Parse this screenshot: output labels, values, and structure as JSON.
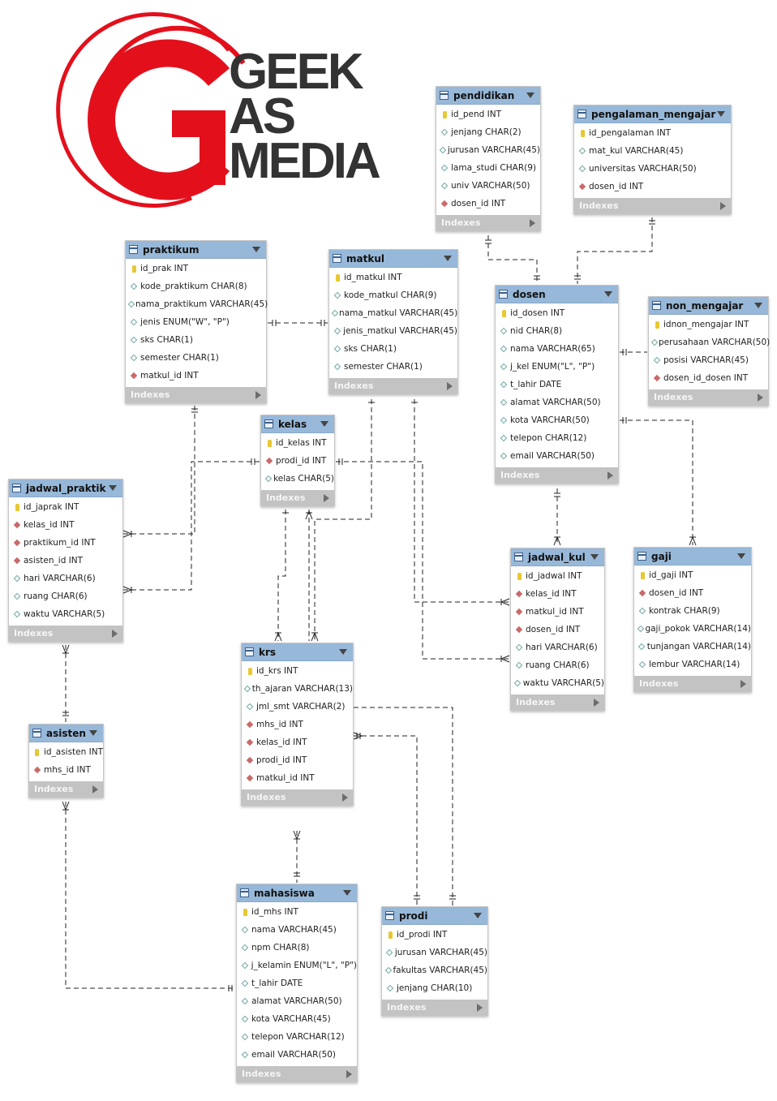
{
  "logo": {
    "line1": "GEEK",
    "line2": "AS",
    "line3": "MEDIA",
    "brand_color": "#e3101c",
    "text_color": "#333333"
  },
  "tables": [
    {
      "key": "pendidikan",
      "name": "pendidikan",
      "indexes_label": "Indexes",
      "columns": [
        {
          "icon": "pk",
          "text": "id_pend INT"
        },
        {
          "icon": "attr",
          "text": "jenjang CHAR(2)"
        },
        {
          "icon": "attr",
          "text": "jurusan VARCHAR(45)"
        },
        {
          "icon": "attr",
          "text": "lama_studi CHAR(9)"
        },
        {
          "icon": "attr",
          "text": "univ VARCHAR(50)"
        },
        {
          "icon": "fk",
          "text": "dosen_id INT"
        }
      ]
    },
    {
      "key": "pengalaman_mengajar",
      "name": "pengalaman_mengajar",
      "indexes_label": "Indexes",
      "columns": [
        {
          "icon": "pk",
          "text": "id_pengalaman INT"
        },
        {
          "icon": "attr",
          "text": "mat_kul VARCHAR(45)"
        },
        {
          "icon": "attr",
          "text": "universitas VARCHAR(50)"
        },
        {
          "icon": "fk",
          "text": "dosen_id INT"
        }
      ]
    },
    {
      "key": "praktikum",
      "name": "praktikum",
      "indexes_label": "Indexes",
      "columns": [
        {
          "icon": "pk",
          "text": "id_prak INT"
        },
        {
          "icon": "attr",
          "text": "kode_praktikum CHAR(8)"
        },
        {
          "icon": "attr",
          "text": "nama_praktikum VARCHAR(45)"
        },
        {
          "icon": "attr",
          "text": "jenis ENUM(\"W\", \"P\")"
        },
        {
          "icon": "attr",
          "text": "sks CHAR(1)"
        },
        {
          "icon": "attr",
          "text": "semester CHAR(1)"
        },
        {
          "icon": "fk",
          "text": "matkul_id INT"
        }
      ]
    },
    {
      "key": "matkul",
      "name": "matkul",
      "indexes_label": "Indexes",
      "columns": [
        {
          "icon": "pk",
          "text": "id_matkul INT"
        },
        {
          "icon": "attr",
          "text": "kode_matkul CHAR(9)"
        },
        {
          "icon": "attr",
          "text": "nama_matkul VARCHAR(45)"
        },
        {
          "icon": "attr",
          "text": "jenis_matkul VARCHAR(45)"
        },
        {
          "icon": "attr",
          "text": "sks CHAR(1)"
        },
        {
          "icon": "attr",
          "text": "semester CHAR(1)"
        }
      ]
    },
    {
      "key": "dosen",
      "name": "dosen",
      "indexes_label": "Indexes",
      "columns": [
        {
          "icon": "pk",
          "text": "id_dosen INT"
        },
        {
          "icon": "attr",
          "text": "nid CHAR(8)"
        },
        {
          "icon": "attr",
          "text": "nama VARCHAR(65)"
        },
        {
          "icon": "attr",
          "text": "j_kel ENUM(\"L\", \"P\")"
        },
        {
          "icon": "attr",
          "text": "t_lahir DATE"
        },
        {
          "icon": "attr",
          "text": "alamat VARCHAR(50)"
        },
        {
          "icon": "attr",
          "text": "kota VARCHAR(50)"
        },
        {
          "icon": "attr",
          "text": "telepon CHAR(12)"
        },
        {
          "icon": "attr",
          "text": "email VARCHAR(50)"
        }
      ]
    },
    {
      "key": "non_mengajar",
      "name": "non_mengajar",
      "indexes_label": "Indexes",
      "columns": [
        {
          "icon": "pk",
          "text": "idnon_mengajar INT"
        },
        {
          "icon": "attr",
          "text": "perusahaan VARCHAR(50)"
        },
        {
          "icon": "attr",
          "text": "posisi VARCHAR(45)"
        },
        {
          "icon": "fk",
          "text": "dosen_id_dosen INT"
        }
      ]
    },
    {
      "key": "kelas",
      "name": "kelas",
      "indexes_label": "Indexes",
      "columns": [
        {
          "icon": "pk",
          "text": "id_kelas INT"
        },
        {
          "icon": "fk",
          "text": "prodi_id INT"
        },
        {
          "icon": "attr",
          "text": "kelas CHAR(5)"
        }
      ]
    },
    {
      "key": "jadwal_praktik",
      "name": "jadwal_praktik",
      "indexes_label": "Indexes",
      "columns": [
        {
          "icon": "pk",
          "text": "id_japrak INT"
        },
        {
          "icon": "fk",
          "text": "kelas_id INT"
        },
        {
          "icon": "fk",
          "text": "praktikum_id INT"
        },
        {
          "icon": "fk",
          "text": "asisten_id INT"
        },
        {
          "icon": "attr",
          "text": "hari VARCHAR(6)"
        },
        {
          "icon": "attr",
          "text": "ruang CHAR(6)"
        },
        {
          "icon": "attr",
          "text": "waktu VARCHAR(5)"
        }
      ]
    },
    {
      "key": "jadwal_kul",
      "name": "jadwal_kul",
      "indexes_label": "Indexes",
      "columns": [
        {
          "icon": "pk",
          "text": "id_jadwal INT"
        },
        {
          "icon": "fk",
          "text": "kelas_id INT"
        },
        {
          "icon": "fk",
          "text": "matkul_id INT"
        },
        {
          "icon": "fk",
          "text": "dosen_id INT"
        },
        {
          "icon": "attr",
          "text": "hari VARCHAR(6)"
        },
        {
          "icon": "attr",
          "text": "ruang CHAR(6)"
        },
        {
          "icon": "attr",
          "text": "waktu VARCHAR(5)"
        }
      ]
    },
    {
      "key": "gaji",
      "name": "gaji",
      "indexes_label": "Indexes",
      "columns": [
        {
          "icon": "pk",
          "text": "id_gaji INT"
        },
        {
          "icon": "fk",
          "text": "dosen_id INT"
        },
        {
          "icon": "attr",
          "text": "kontrak CHAR(9)"
        },
        {
          "icon": "attr",
          "text": "gaji_pokok VARCHAR(14)"
        },
        {
          "icon": "attr",
          "text": "tunjangan VARCHAR(14)"
        },
        {
          "icon": "attr",
          "text": "lembur VARCHAR(14)"
        }
      ]
    },
    {
      "key": "krs",
      "name": "krs",
      "indexes_label": "Indexes",
      "columns": [
        {
          "icon": "pk",
          "text": "id_krs INT"
        },
        {
          "icon": "attr",
          "text": "th_ajaran VARCHAR(13)"
        },
        {
          "icon": "attr",
          "text": "jml_smt VARCHAR(2)"
        },
        {
          "icon": "fk",
          "text": "mhs_id INT"
        },
        {
          "icon": "fk",
          "text": "kelas_id INT"
        },
        {
          "icon": "fk",
          "text": "prodi_id INT"
        },
        {
          "icon": "fk",
          "text": "matkul_id INT"
        }
      ]
    },
    {
      "key": "asisten",
      "name": "asisten",
      "indexes_label": "Indexes",
      "columns": [
        {
          "icon": "pk",
          "text": "id_asisten INT"
        },
        {
          "icon": "fk",
          "text": "mhs_id INT"
        }
      ]
    },
    {
      "key": "mahasiswa",
      "name": "mahasiswa",
      "indexes_label": "Indexes",
      "columns": [
        {
          "icon": "pk",
          "text": "id_mhs INT"
        },
        {
          "icon": "attr",
          "text": "nama VARCHAR(45)"
        },
        {
          "icon": "attr",
          "text": "npm CHAR(8)"
        },
        {
          "icon": "attr",
          "text": "j_kelamin ENUM(\"L\", \"P\")"
        },
        {
          "icon": "attr",
          "text": "t_lahir DATE"
        },
        {
          "icon": "attr",
          "text": "alamat VARCHAR(50)"
        },
        {
          "icon": "attr",
          "text": "kota VARCHAR(45)"
        },
        {
          "icon": "attr",
          "text": "telepon VARCHAR(12)"
        },
        {
          "icon": "attr",
          "text": "email VARCHAR(50)"
        }
      ]
    },
    {
      "key": "prodi",
      "name": "prodi",
      "indexes_label": "Indexes",
      "columns": [
        {
          "icon": "pk",
          "text": "id_prodi INT"
        },
        {
          "icon": "attr",
          "text": "jurusan VARCHAR(45)"
        },
        {
          "icon": "attr",
          "text": "fakultas VARCHAR(45)"
        },
        {
          "icon": "attr",
          "text": "jenjang CHAR(10)"
        }
      ]
    }
  ],
  "relationships": [
    {
      "from": "dosen",
      "to": "pendidikan",
      "cardinality": "one-to-many"
    },
    {
      "from": "dosen",
      "to": "pengalaman_mengajar",
      "cardinality": "one-to-many"
    },
    {
      "from": "dosen",
      "to": "non_mengajar",
      "cardinality": "one-to-many"
    },
    {
      "from": "dosen",
      "to": "gaji",
      "cardinality": "one-to-many"
    },
    {
      "from": "dosen",
      "to": "jadwal_kul",
      "cardinality": "one-to-many"
    },
    {
      "from": "matkul",
      "to": "praktikum",
      "cardinality": "one-to-many"
    },
    {
      "from": "matkul",
      "to": "jadwal_kul",
      "cardinality": "one-to-many"
    },
    {
      "from": "matkul",
      "to": "krs",
      "cardinality": "one-to-many"
    },
    {
      "from": "kelas",
      "to": "jadwal_praktik",
      "cardinality": "one-to-many"
    },
    {
      "from": "kelas",
      "to": "jadwal_kul",
      "cardinality": "one-to-many"
    },
    {
      "from": "kelas",
      "to": "krs",
      "cardinality": "one-to-many"
    },
    {
      "from": "praktikum",
      "to": "jadwal_praktik",
      "cardinality": "one-to-many"
    },
    {
      "from": "asisten",
      "to": "jadwal_praktik",
      "cardinality": "one-to-many"
    },
    {
      "from": "mahasiswa",
      "to": "krs",
      "cardinality": "one-to-many"
    },
    {
      "from": "mahasiswa",
      "to": "asisten",
      "cardinality": "one-to-many"
    },
    {
      "from": "prodi",
      "to": "krs",
      "cardinality": "one-to-many"
    },
    {
      "from": "prodi",
      "to": "kelas",
      "cardinality": "one-to-many"
    }
  ]
}
